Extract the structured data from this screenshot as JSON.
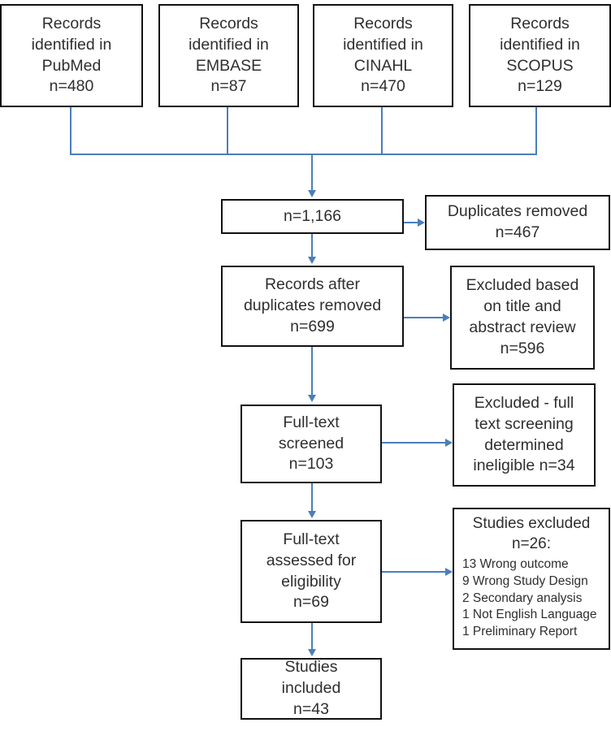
{
  "diagram": {
    "type": "prisma-flow-diagram",
    "accent_color": "#4a7ebb",
    "border_color": "#111111",
    "background_color": "#ffffff"
  },
  "sources": [
    {
      "line1": "Records",
      "line2": "identified in",
      "line3": "PubMed",
      "count": "n=480"
    },
    {
      "line1": "Records",
      "line2": "identified in",
      "line3": "EMBASE",
      "count": "n=87"
    },
    {
      "line1": "Records",
      "line2": "identified in",
      "line3": "CINAHL",
      "count": "n=470"
    },
    {
      "line1": "Records",
      "line2": "identified in",
      "line3": "SCOPUS",
      "count": "n=129"
    }
  ],
  "flow": {
    "total": {
      "count": "n=1,166"
    },
    "after_duplicates": {
      "line1": "Records after",
      "line2": "duplicates removed",
      "count": "n=699"
    },
    "screened": {
      "line1": "Full-text",
      "line2": "screened",
      "count": "n=103"
    },
    "assessed": {
      "line1": "Full-text",
      "line2": "assessed for",
      "line3": "eligibility",
      "count": "n=69"
    },
    "included": {
      "line1": "Studies",
      "line2": "included",
      "count": "n=43"
    }
  },
  "exclusions": {
    "duplicates_removed": {
      "line1": "Duplicates removed",
      "count": "n=467"
    },
    "title_abstract": {
      "line1": "Excluded based",
      "line2": "on title and",
      "line3": "abstract review",
      "count": "n=596"
    },
    "full_text": {
      "line1": "Excluded - full",
      "line2": "text screening",
      "line3": "determined",
      "line4": "ineligible n=34"
    },
    "studies_excluded": {
      "line1": "Studies excluded",
      "line2": "n=26:",
      "reasons": [
        "13 Wrong outcome",
        "9 Wrong Study Design",
        "2 Secondary analysis",
        "1 Not English Language",
        "1 Preliminary Report"
      ]
    }
  }
}
